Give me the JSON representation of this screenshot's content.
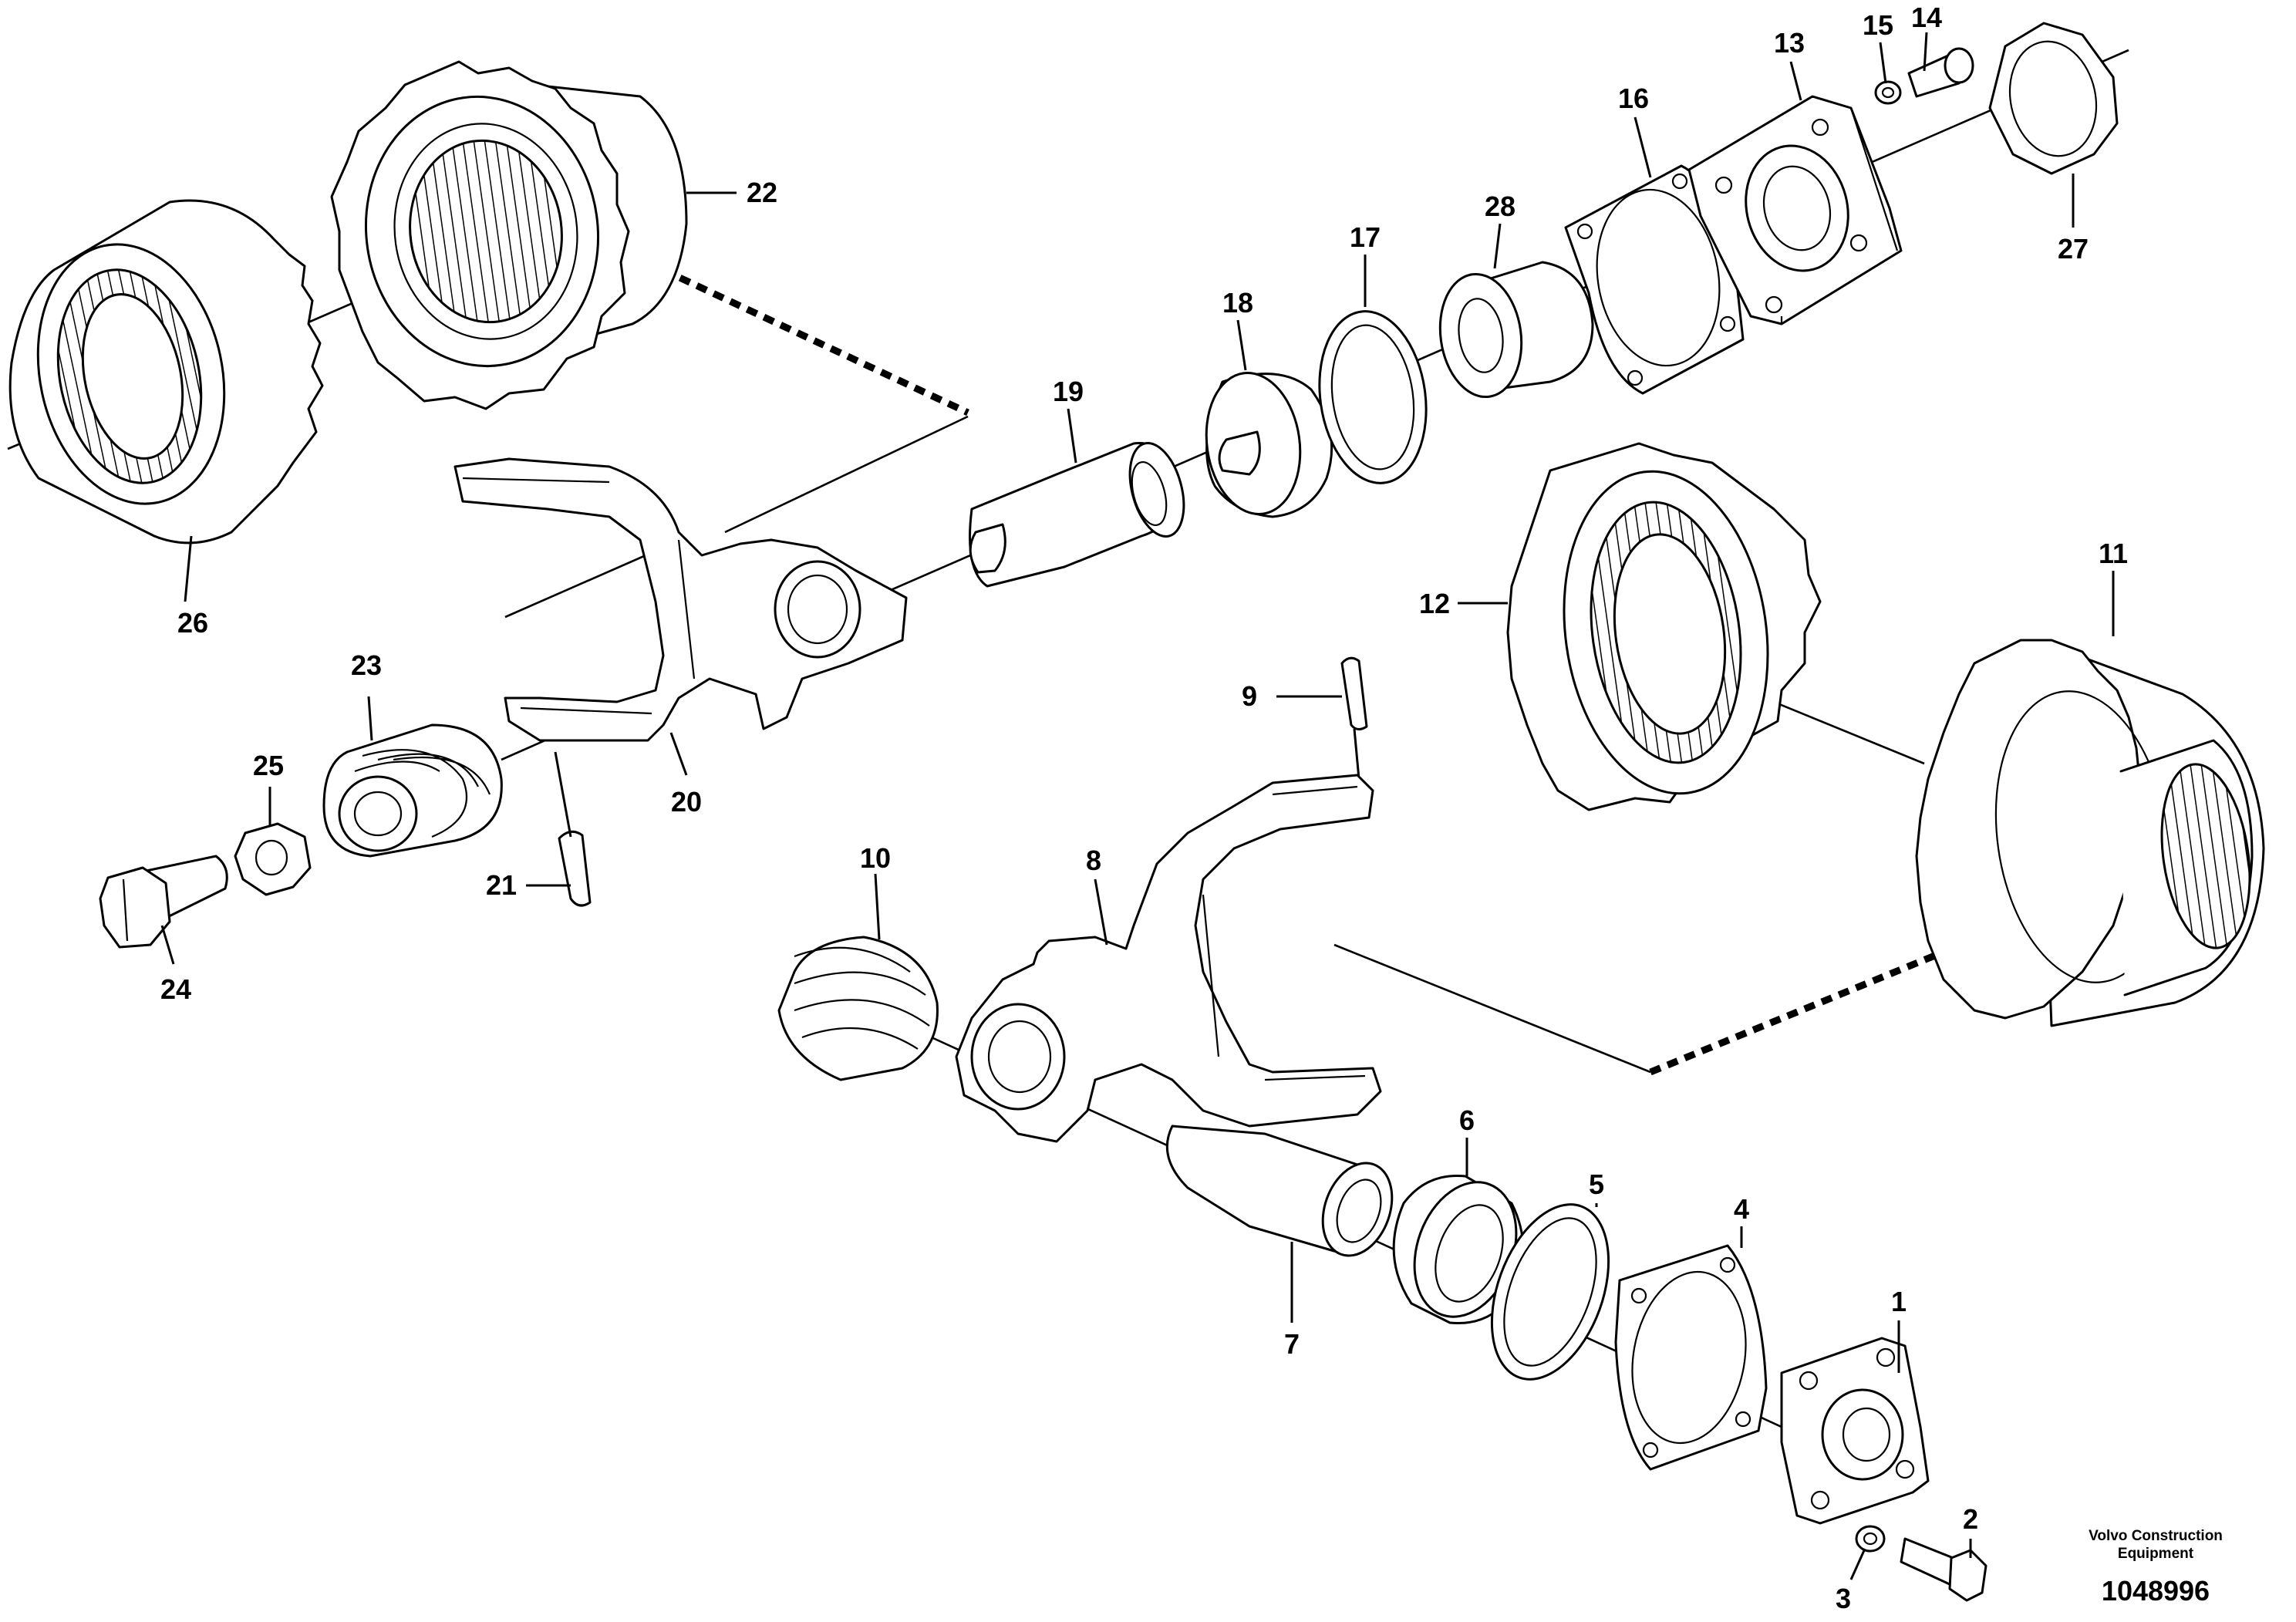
{
  "diagram": {
    "callouts": [
      "1",
      "2",
      "3",
      "4",
      "5",
      "6",
      "7",
      "8",
      "9",
      "10",
      "11",
      "12",
      "13",
      "14",
      "15",
      "16",
      "17",
      "18",
      "19",
      "20",
      "21",
      "22",
      "23",
      "24",
      "25",
      "26",
      "27",
      "28"
    ],
    "brand_line1": "Volvo Construction",
    "brand_line2": "Equipment",
    "drawing_number": "1048996"
  }
}
